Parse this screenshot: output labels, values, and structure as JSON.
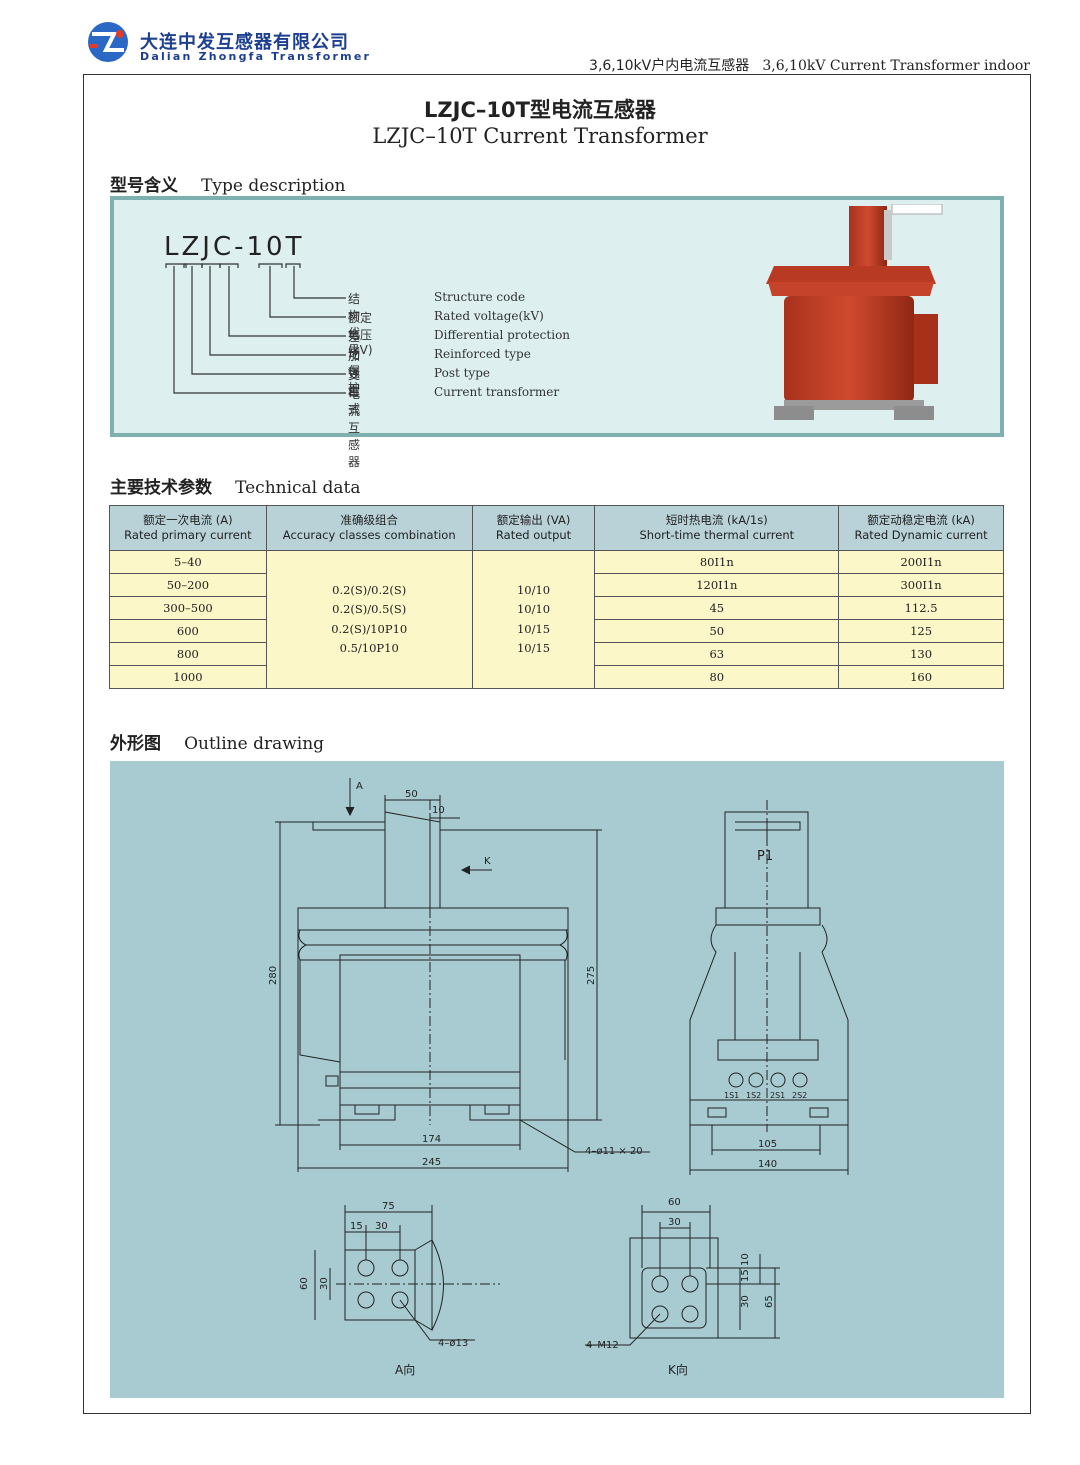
{
  "header": {
    "company_cn": "大连中发互感器有限公司",
    "company_en": "Dalian Zhongfa Transformer",
    "category_cn": "3,6,10kV户内电流互感器",
    "category_en": "3,6,10kV Current Transformer indoor"
  },
  "title": {
    "cn": "LZJC–10T型电流互感器",
    "en": "LZJC–10T Current Transformer"
  },
  "type_section": {
    "heading_cn": "型号含义",
    "heading_en": "Type description",
    "model": "LZJC-10T",
    "legend": [
      {
        "cn": "结构代号",
        "en": "Structure code"
      },
      {
        "cn": "额定电压(kV)",
        "en": "Rated voltage(kV)"
      },
      {
        "cn": "差动保护",
        "en": "Differential protection"
      },
      {
        "cn": "加强型",
        "en": "Reinforced type"
      },
      {
        "cn": "支柱式",
        "en": "Post type"
      },
      {
        "cn": "电流互感器",
        "en": "Current transformer"
      }
    ]
  },
  "tech_section": {
    "heading_cn": "主要技术参数",
    "heading_en": "Technical data",
    "columns": [
      {
        "cn": "额定一次电流 (A)",
        "en": "Rated primary current"
      },
      {
        "cn": "准确级组合",
        "en": "Accuracy classes combination"
      },
      {
        "cn": "额定输出 (VA)",
        "en": "Rated output"
      },
      {
        "cn": "短时热电流 (kA/1s)",
        "en": "Short-time thermal current"
      },
      {
        "cn": "额定动稳定电流 (kA)",
        "en": "Rated Dynamic current"
      }
    ],
    "primary_current": [
      "5–40",
      "50–200",
      "300–500",
      "600",
      "800",
      "1000"
    ],
    "accuracy": [
      "0.2(S)/0.2(S)",
      "0.2(S)/0.5(S)",
      "0.2(S)/10P10",
      "0.5/10P10"
    ],
    "rated_output": [
      "10/10",
      "10/10",
      "10/15",
      "10/15"
    ],
    "thermal": [
      "80I1n",
      "120I1n",
      "45",
      "50",
      "63",
      "80"
    ],
    "dynamic": [
      "200I1n",
      "300I1n",
      "112.5",
      "125",
      "130",
      "160"
    ]
  },
  "outline_section": {
    "heading_cn": "外形图",
    "heading_en": "Outline drawing",
    "labels": {
      "arrow_a": "A",
      "arrow_k": "K",
      "dim_50": "50",
      "dim_10": "10",
      "dim_280": "280",
      "dim_275": "275",
      "dim_174": "174",
      "dim_245": "245",
      "holes_front": "4–ø11 × 20",
      "p1": "P1",
      "terminals": [
        "1S1",
        "1S2",
        "2S1",
        "2S2"
      ],
      "dim_105": "105",
      "dim_140": "140",
      "a_dim_75": "75",
      "a_dim_15": "15",
      "a_dim_30": "30",
      "a_dim_60": "60",
      "a_dim_30v": "30",
      "a_holes": "4–ø13",
      "view_a": "A向",
      "k_dim_60": "60",
      "k_dim_30": "30",
      "k_dim_10": "10",
      "k_dim_15": "15",
      "k_dim_30v": "30",
      "k_dim_65": "65",
      "k_holes": "4–M12",
      "view_k": "K向"
    }
  }
}
